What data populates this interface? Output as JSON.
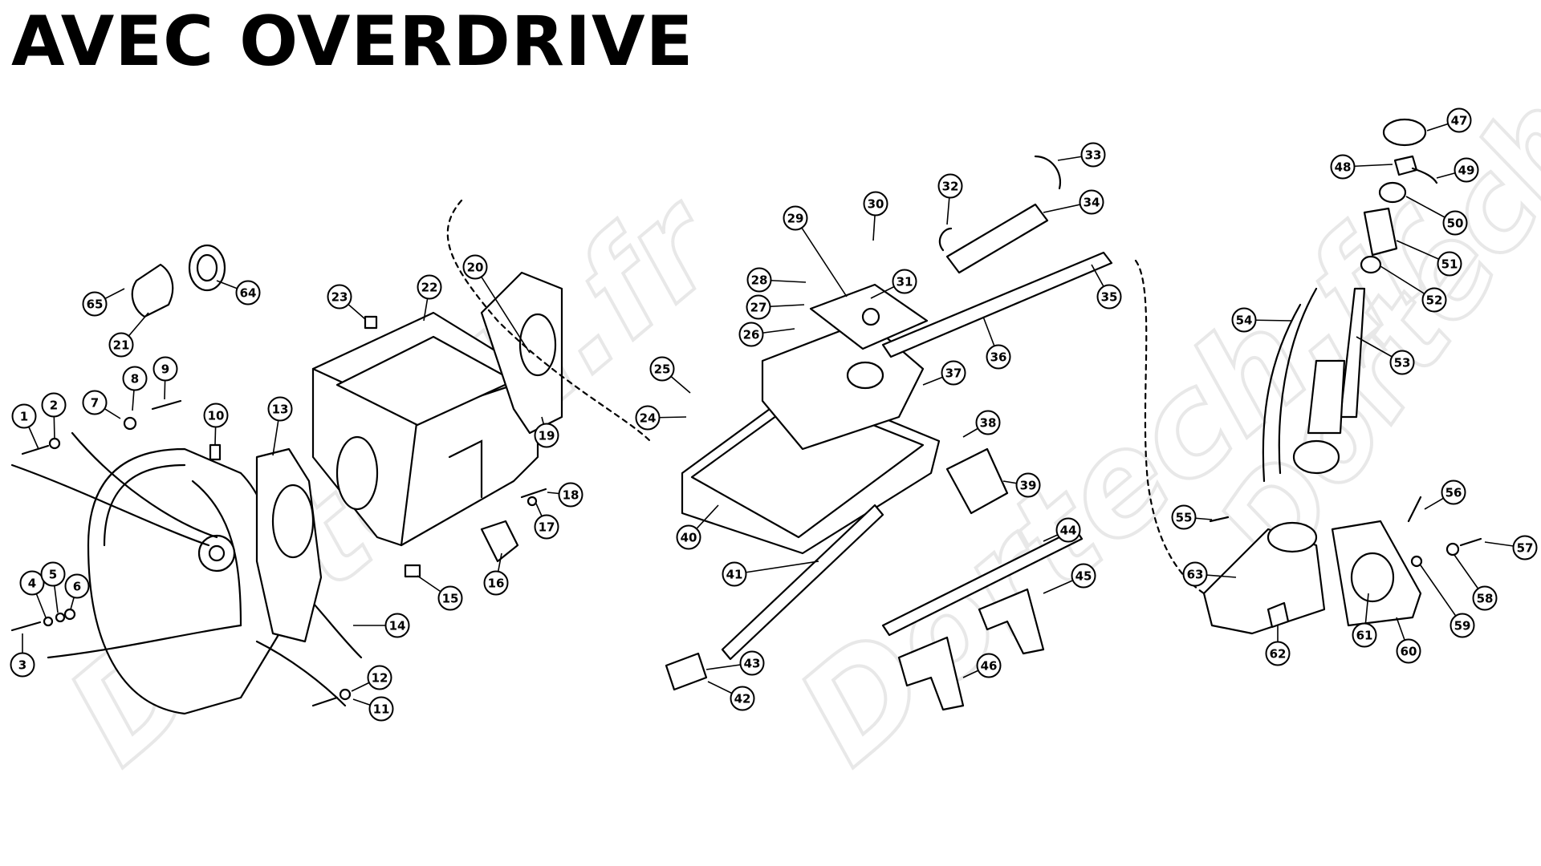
{
  "title": "AVEC OVERDRIVE",
  "watermarks": [
    {
      "id": "wm-left",
      "text": "Dortech.fr"
    },
    {
      "id": "wm-mid",
      "text": "Dortech.fr"
    },
    {
      "id": "wm-right",
      "text": "Dortech.fr"
    }
  ],
  "colors": {
    "line": "#000000",
    "background": "#ffffff",
    "callout_fill": "#ffffff",
    "watermark": "#e8e8e8"
  },
  "callouts": [
    "1",
    "2",
    "3",
    "4",
    "5",
    "6",
    "7",
    "8",
    "9",
    "10",
    "11",
    "12",
    "13",
    "14",
    "15",
    "16",
    "17",
    "18",
    "19",
    "20",
    "21",
    "22",
    "23",
    "24",
    "25",
    "26",
    "27",
    "28",
    "29",
    "30",
    "31",
    "32",
    "33",
    "34",
    "35",
    "36",
    "37",
    "38",
    "39",
    "40",
    "41",
    "42",
    "43",
    "44",
    "45",
    "46",
    "47",
    "48",
    "49",
    "50",
    "51",
    "52",
    "53",
    "54",
    "55",
    "56",
    "57",
    "58",
    "59",
    "60",
    "61",
    "62",
    "63",
    "64",
    "65"
  ]
}
